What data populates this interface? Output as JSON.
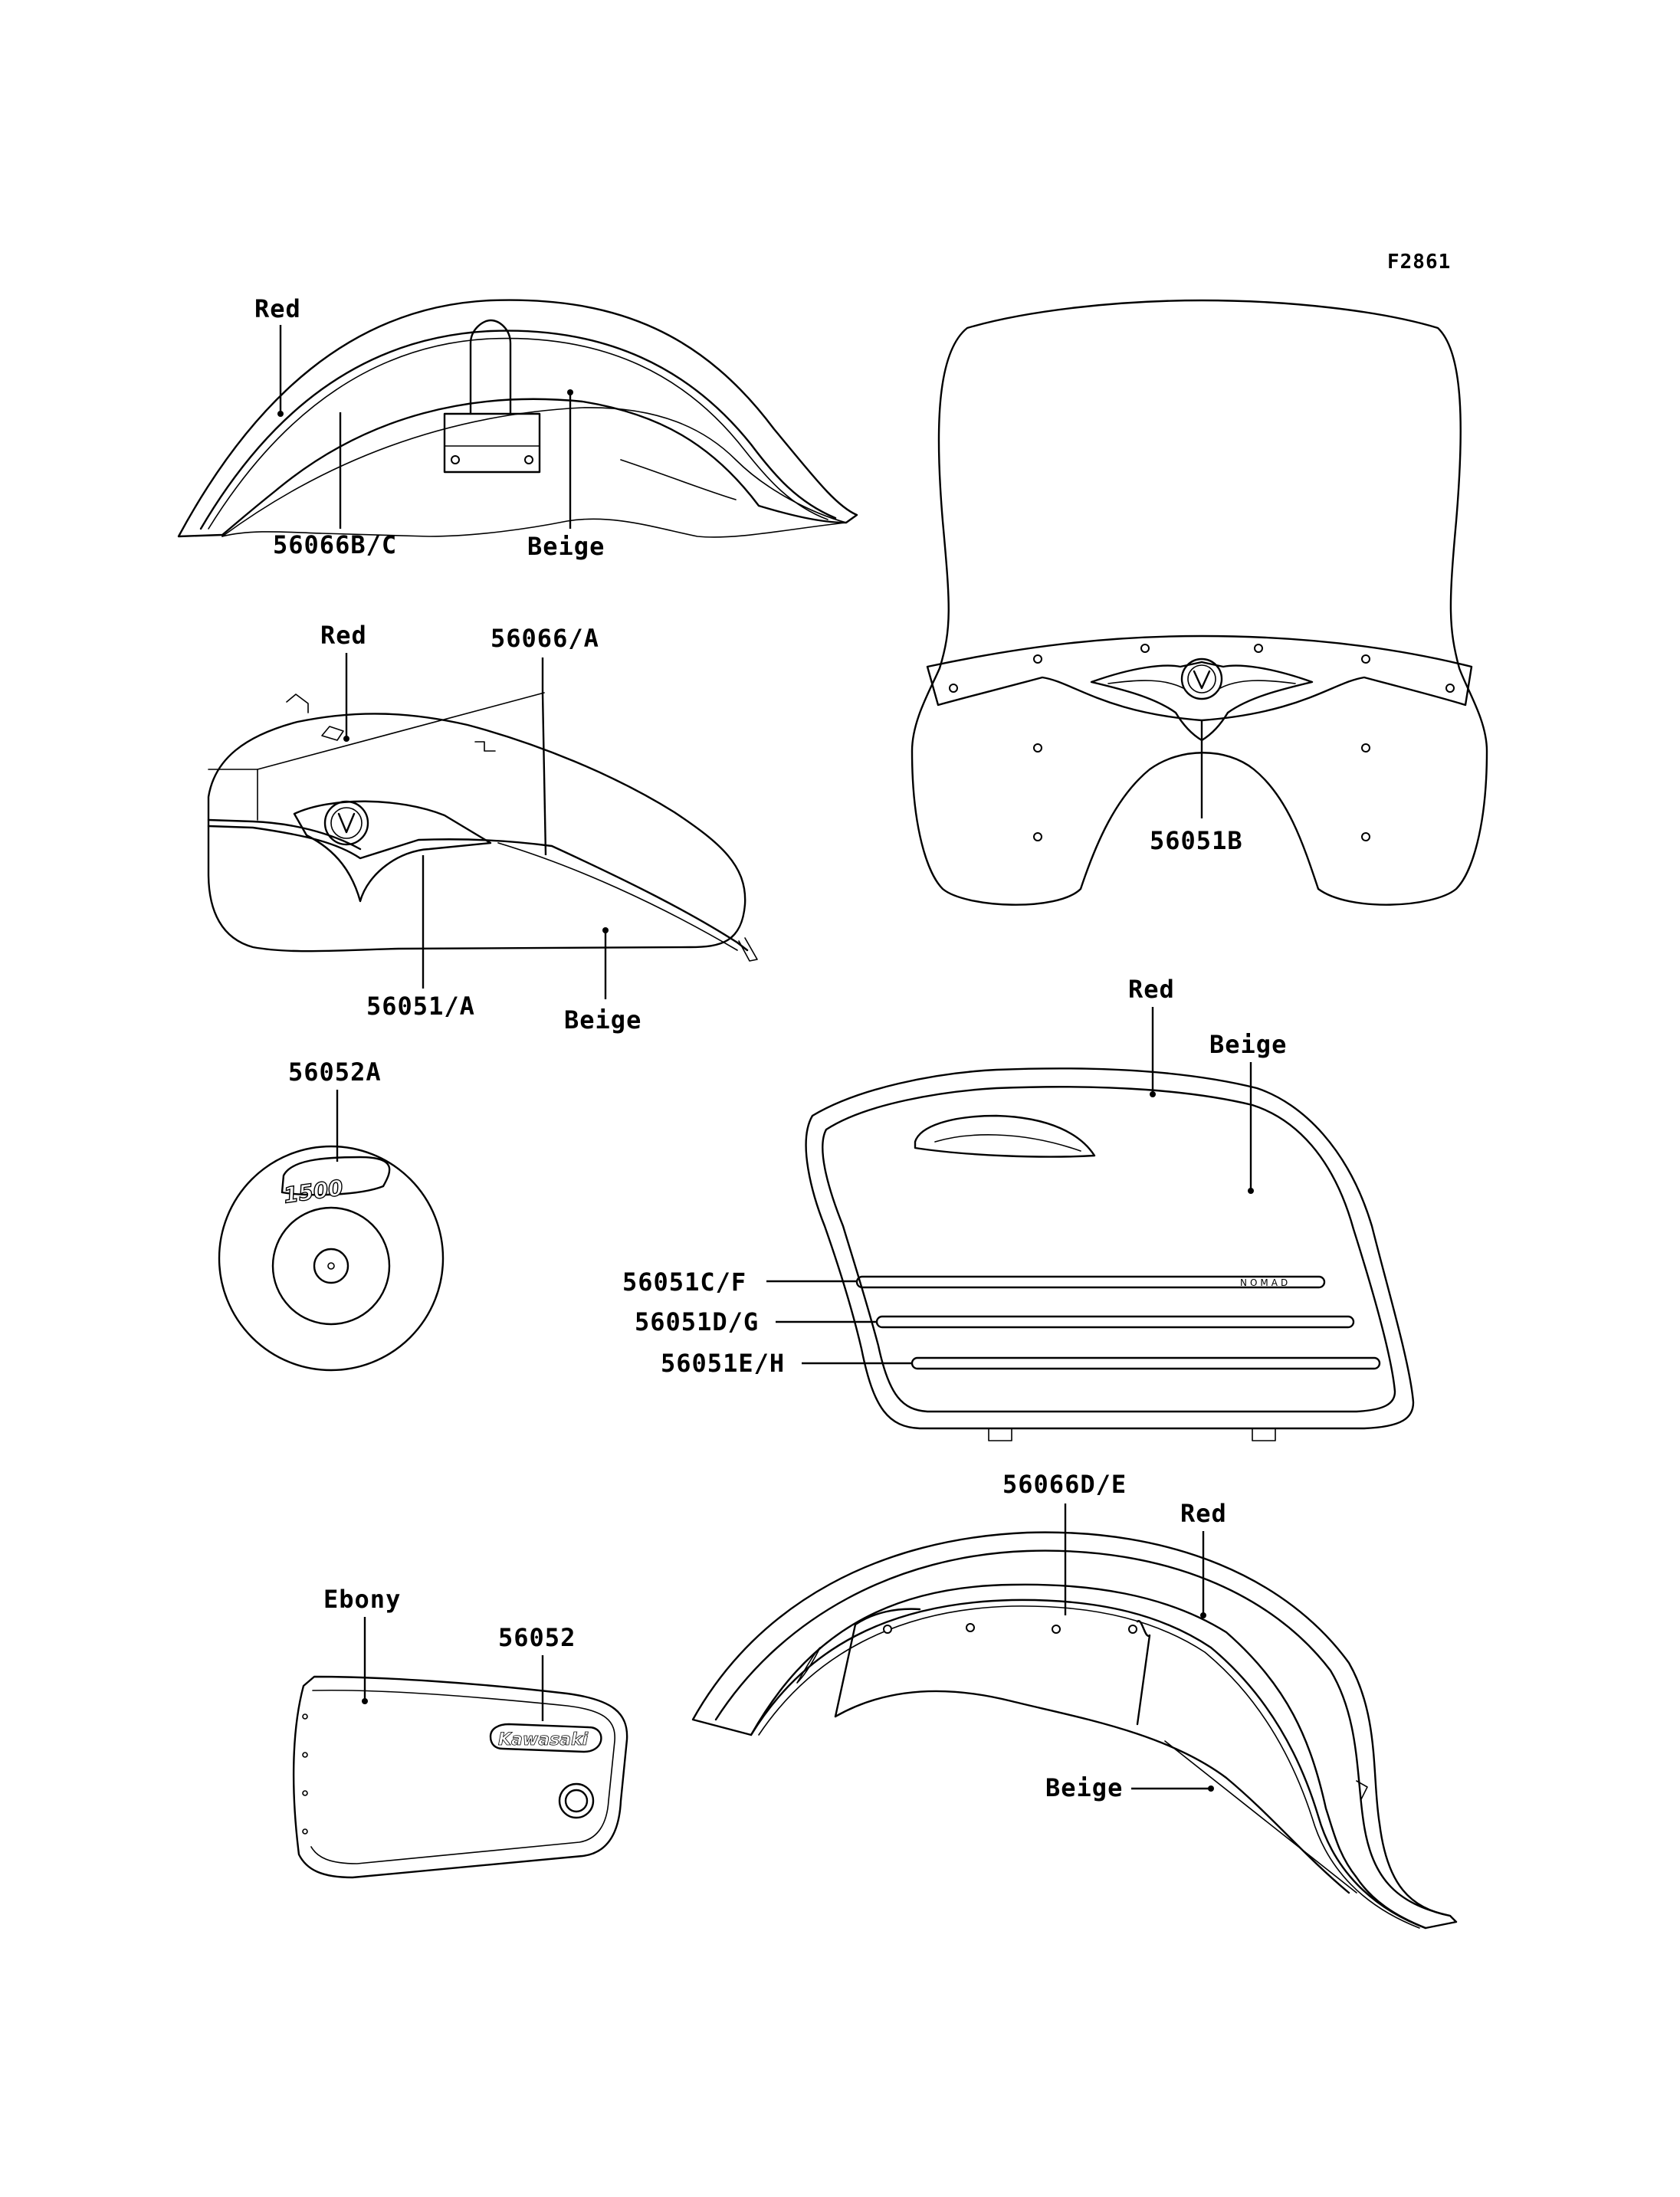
{
  "figure_code": "F2861",
  "labels": {
    "front_fender_color": "Red",
    "front_fender_part": "56066B/C",
    "front_fender_color2": "Beige",
    "tank_color": "Red",
    "tank_part_stripe": "56066/A",
    "tank_part_emblem": "56051/A",
    "tank_color2": "Beige",
    "windshield_part": "56051B",
    "sidecover_badge_part": "56052A",
    "saddlebag_color": "Red",
    "saddlebag_color2": "Beige",
    "saddlebag_stripe1": "56051C/F",
    "saddlebag_stripe2": "56051D/G",
    "saddlebag_stripe3": "56051E/H",
    "rear_fender_part": "56066D/E",
    "rear_fender_color": "Red",
    "rear_fender_color2": "Beige",
    "side_panel_color": "Ebony",
    "side_panel_part": "56052"
  },
  "decal_text": {
    "badge_number": "1500",
    "saddlebag_script": "NOMAD",
    "side_panel_logo": "Kawasaki"
  }
}
